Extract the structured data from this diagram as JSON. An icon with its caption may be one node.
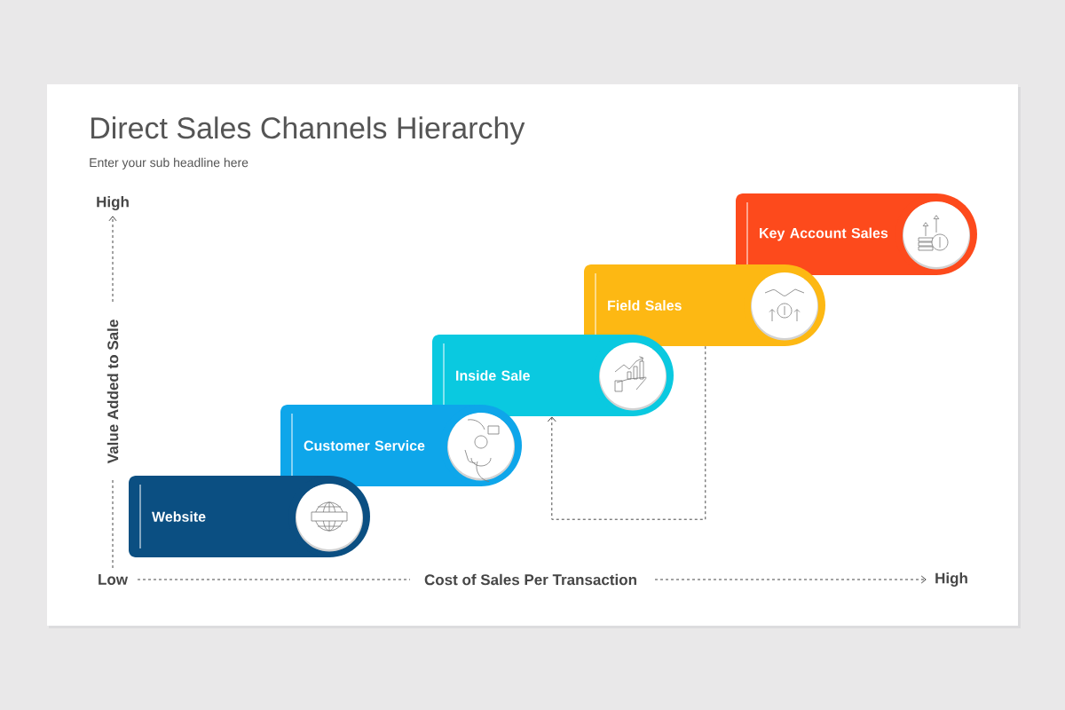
{
  "diagram": {
    "title": "Direct Sales Channels Hierarchy",
    "caption": "Enter your sub headline here",
    "nodes": [
      {
        "text": [
          "Website"
        ]
      },
      {
        "text": [
          "Customer Service"
        ]
      },
      {
        "text": [
          "Inside Sale"
        ]
      },
      {
        "text": [
          "Field Sales"
        ]
      },
      {
        "text": [
          "Key Account Sales"
        ]
      }
    ],
    "edges": [
      {
        "from": 3,
        "to": 2,
        "arrow": "to",
        "style": "dashed"
      }
    ],
    "labels": [
      "High",
      "Value Added to Sale",
      "Low",
      "Cost of Sales Per Transaction",
      "High"
    ]
  }
}
